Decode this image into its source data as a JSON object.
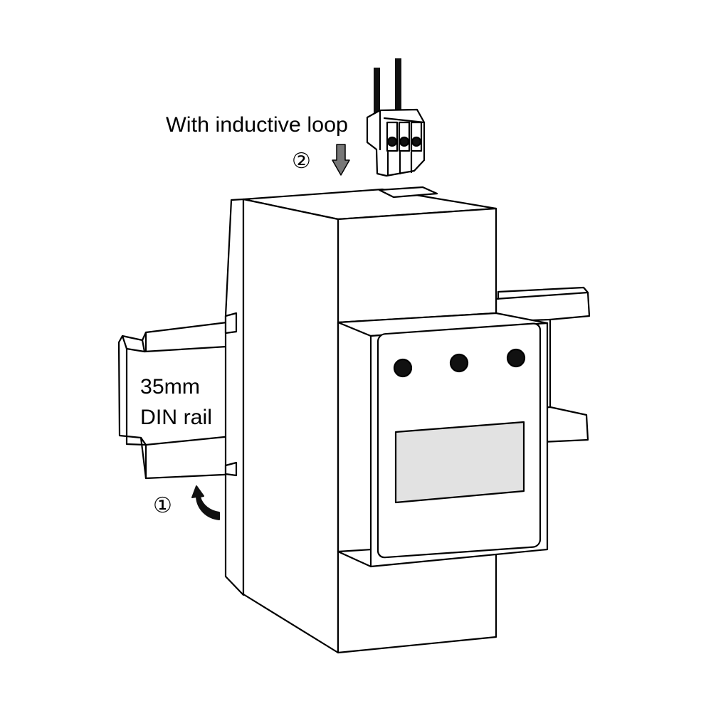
{
  "labels": {
    "inductive_loop": "With inductive loop",
    "rail_size": "35mm",
    "rail_name": "DIN rail"
  },
  "steps": [
    {
      "marker": "①"
    },
    {
      "marker": "②"
    }
  ],
  "colors": {
    "stroke": "#000000",
    "fill": "#ffffff",
    "display": "#e2e2e2",
    "arrow": "#777777",
    "led": "#111111"
  },
  "icons": {
    "mount_arrow": "curved-arrow-icon",
    "plug_arrow": "down-arrow-icon"
  }
}
